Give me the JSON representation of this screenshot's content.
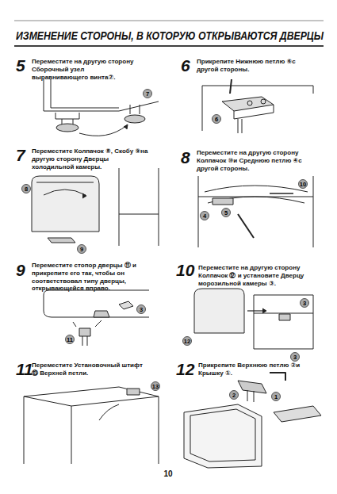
{
  "diagram": {
    "title": "ИЗМЕНЕНИЕ СТОРОНЫ, В КОТОРУЮ ОТКРЫВАЮТСЯ ДВЕРЦЫ",
    "labels": [
      "5",
      "Переместите на другую сторону Сборочный узел выравнивающего винта⑦.",
      "7",
      "6",
      "Прикрепите Нижнюю петлю ⑥с другой стороны.",
      "6",
      "7",
      "Переместите Колпачок ⑧, Скобу ⑨на другую сторону Дверцы холодильной камеры.",
      "8",
      "9",
      "8",
      "Переместите на другую сторону Колпачок ⑩и Среднюю петлю ④с другой стороны.",
      "10",
      "4",
      "5",
      "9",
      "Переместите стопор дверцы ⑪ и прикрепите его так, чтобы он соответствовал типу дверцы, открывающейся вправо.",
      "3",
      "11",
      "10",
      "Переместите на другую сторону Колпачок ⑫ и установите Дверцу морозильной камеры ③.",
      "12",
      "3",
      "3",
      "11",
      "Переместите Установочный штифт ⑬ Верхней петли.",
      "13",
      "12",
      "Прикрепите Верхнюю петлю ②и Крышку ①.",
      "2",
      "1",
      "10"
    ]
  }
}
